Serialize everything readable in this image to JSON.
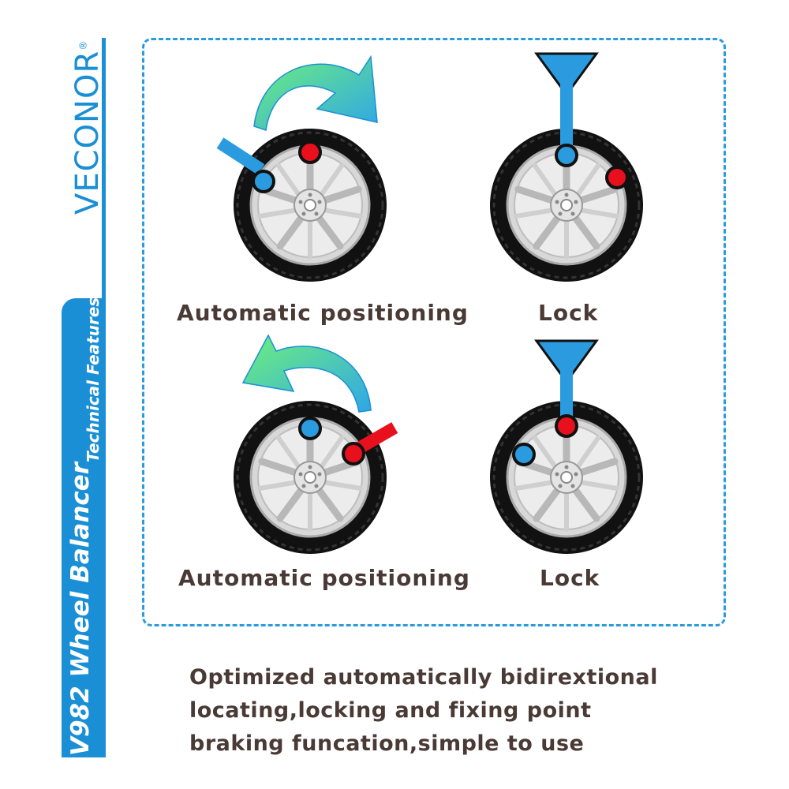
{
  "brand": {
    "name": "VECONOR",
    "mark": "®"
  },
  "banner": {
    "product_title": "V982 Wheel Balancer",
    "section_title": "Technical Features",
    "color": "#1a8fd6"
  },
  "panels": [
    {
      "caption": "Automatic positioning",
      "icon": "wheel-rotate-clockwise-icon"
    },
    {
      "caption": "Lock",
      "icon": "wheel-lock-icon"
    },
    {
      "caption": "Automatic positioning",
      "icon": "wheel-rotate-counterclockwise-icon"
    },
    {
      "caption": "Lock",
      "icon": "wheel-lock-icon"
    }
  ],
  "description": {
    "lines": [
      "Optimized automatically bidirextional",
      "locating,locking and fixing point",
      "braking funcation,simple to use"
    ]
  },
  "colors": {
    "accent": "#1a8fd6",
    "marker_red": "#e8101c",
    "marker_blue": "#2b9be0",
    "arrow_green": "#4fe07a",
    "text": "#4a3a35"
  }
}
